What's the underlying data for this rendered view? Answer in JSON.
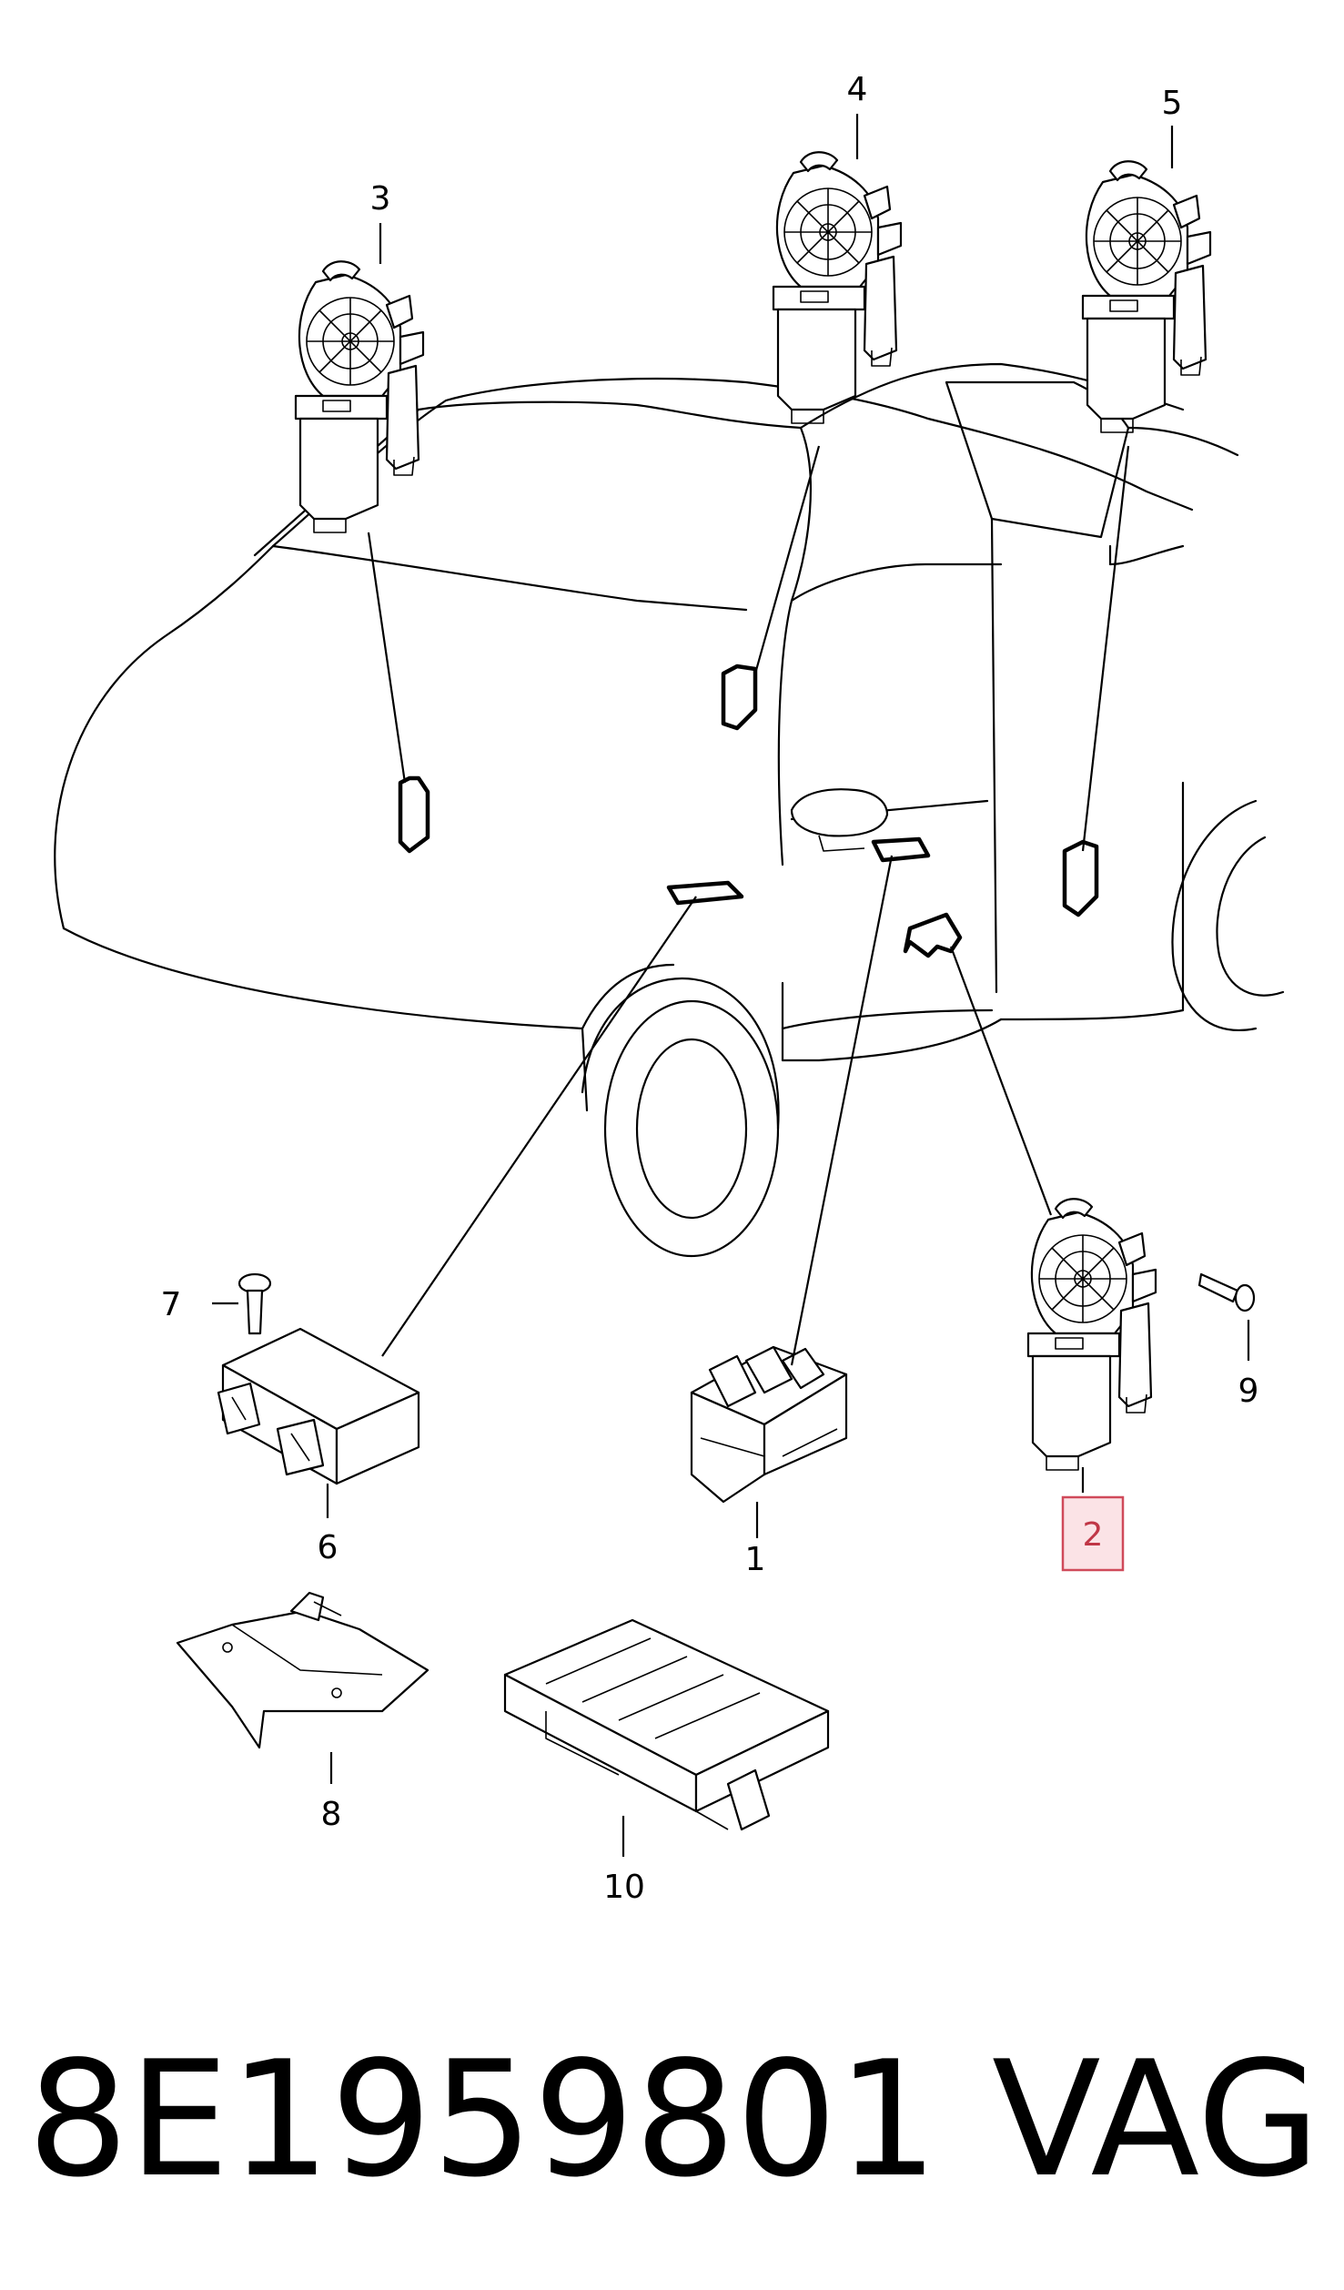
{
  "callouts": {
    "c1": "1",
    "c2": "2",
    "c3": "3",
    "c4": "4",
    "c5": "5",
    "c6": "6",
    "c7": "7",
    "c8": "8",
    "c9": "9",
    "c10": "10"
  },
  "highlighted_callout": "2",
  "highlight_color": "#d04a5a",
  "footer": {
    "part_number": "8E1959801",
    "brand": "VAG"
  }
}
